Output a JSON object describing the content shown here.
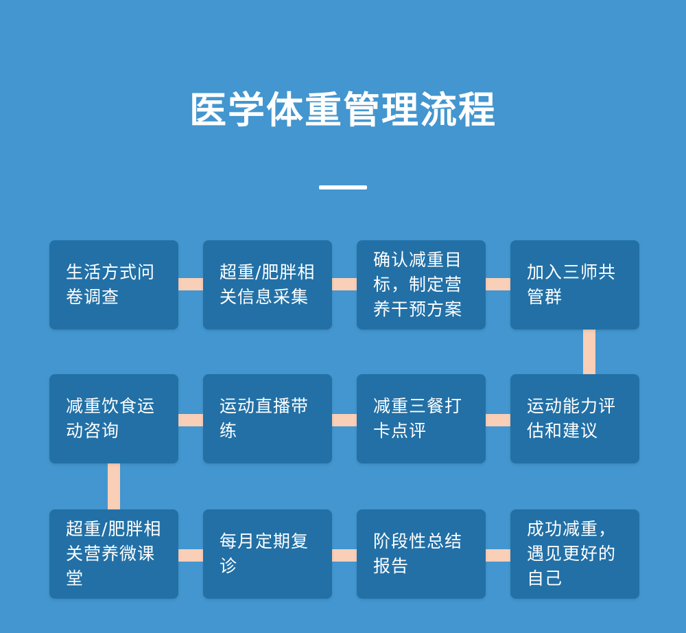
{
  "title": "医学体重管理流程",
  "colors": {
    "background": "#4396cf",
    "box": "#2270a6",
    "connector": "#f9cfb8",
    "text": "#ffffff"
  },
  "steps": [
    {
      "label": "生活方式问卷调查"
    },
    {
      "label": "超重/肥胖相关信息采集"
    },
    {
      "label": "确认减重目标，制定营养干预方案"
    },
    {
      "label": "加入三师共管群"
    },
    {
      "label": "运动能力评估和建议"
    },
    {
      "label": "减重三餐打卡点评"
    },
    {
      "label": "运动直播带练"
    },
    {
      "label": "减重饮食运动咨询"
    },
    {
      "label": "超重/肥胖相关营养微课堂"
    },
    {
      "label": "每月定期复诊"
    },
    {
      "label": "阶段性总结报告"
    },
    {
      "label": "成功减重，遇见更好的自己"
    }
  ]
}
